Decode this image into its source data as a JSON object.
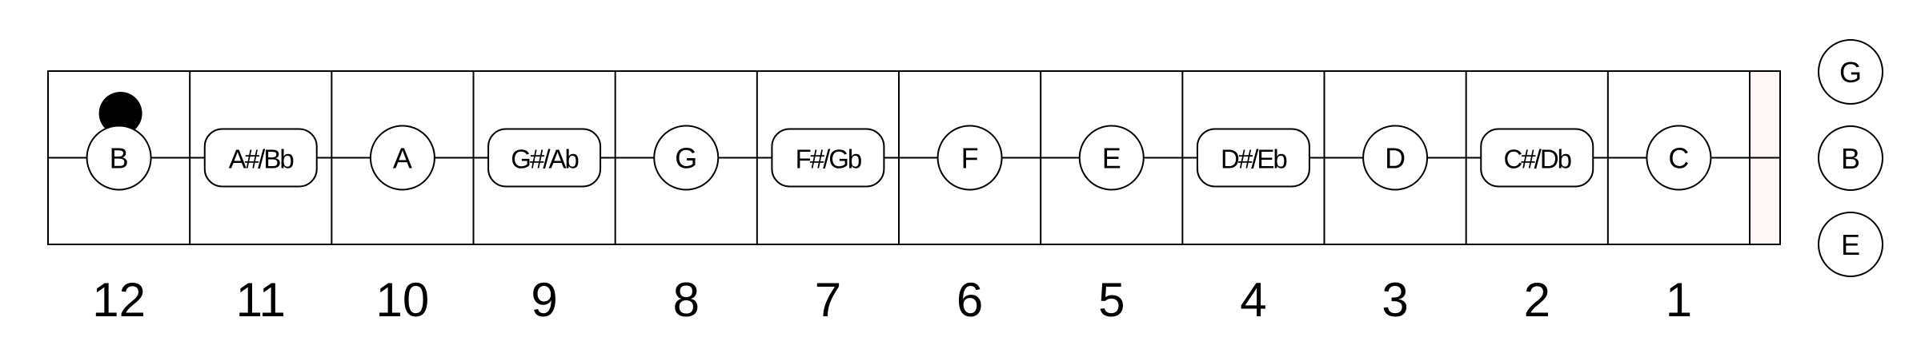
{
  "instrument": {
    "open_strings": [
      "G",
      "B",
      "E"
    ]
  },
  "fretboard": {
    "frets": [
      {
        "number": "12",
        "note": "B"
      },
      {
        "number": "11",
        "note": "A#/Bb"
      },
      {
        "number": "10",
        "note": "A"
      },
      {
        "number": "9",
        "note": "G#/Ab"
      },
      {
        "number": "8",
        "note": "G"
      },
      {
        "number": "7",
        "note": "F#/Gb"
      },
      {
        "number": "6",
        "note": "F"
      },
      {
        "number": "5",
        "note": "E"
      },
      {
        "number": "4",
        "note": "D#/Eb"
      },
      {
        "number": "3",
        "note": "D"
      },
      {
        "number": "2",
        "note": "C#/Db"
      },
      {
        "number": "1",
        "note": "C"
      }
    ],
    "marker": {
      "fret": "12",
      "shape": "filled-dot"
    }
  },
  "colors": {
    "line": "#000000",
    "background": "#ffffff",
    "nut": "#fff6f6",
    "marker": "#000000"
  }
}
